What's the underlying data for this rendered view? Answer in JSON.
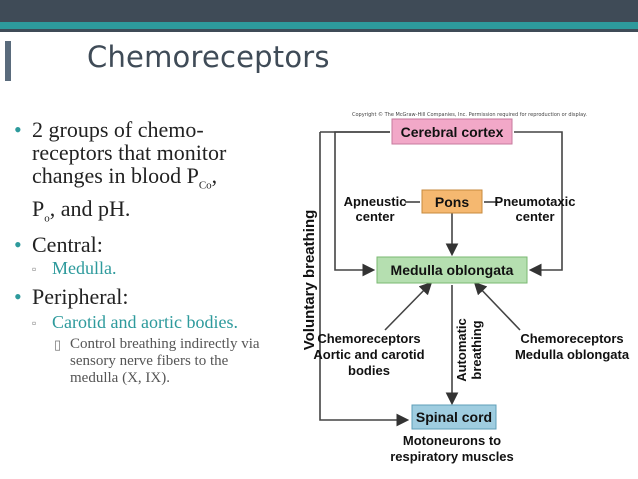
{
  "title": "Chemoreceptors",
  "bullets": {
    "b1_line1": "2 groups of chemo-",
    "b1_line2": "receptors that monitor",
    "b1_line3_pre": "changes in blood P",
    "b1_line3_sub": "Co",
    "b1_line3_post": ",",
    "b1_line4_pre": "P",
    "b1_line4_sub": "o",
    "b1_line4_post": ", and pH.",
    "central": "Central:",
    "medulla": "Medulla.",
    "peripheral": "Peripheral:",
    "carotid": "Carotid and aortic bodies.",
    "control": "Control breathing indirectly via sensory nerve fibers to the medulla (X, IX)."
  },
  "diagram": {
    "copyright": "Copyright © The McGraw-Hill Companies, Inc. Permission required for reproduction or display.",
    "cerebral_cortex": "Cerebral cortex",
    "pons": "Pons",
    "apneustic_1": "Apneustic",
    "apneustic_2": "center",
    "pneumotaxic_1": "Pneumotaxic",
    "pneumotaxic_2": "center",
    "medulla_oblongata": "Medulla oblongata",
    "voluntary": "Voluntary breathing",
    "automatic_1": "Automatic",
    "automatic_2": "breathing",
    "chemo_left_1": "Chemoreceptors",
    "chemo_left_2": "Aortic and carotid",
    "chemo_left_3": "bodies",
    "chemo_right_1": "Chemoreceptors",
    "chemo_right_2": "Medulla oblongata",
    "spinal_cord": "Spinal cord",
    "moto_1": "Motoneurons to",
    "moto_2": "respiratory muscles"
  },
  "colors": {
    "accent": "#2d9a9c",
    "pink_box": "#f2a8c8",
    "orange_box": "#f5b870",
    "green_box": "#b5dfb0",
    "blue_box": "#9fcde0"
  }
}
